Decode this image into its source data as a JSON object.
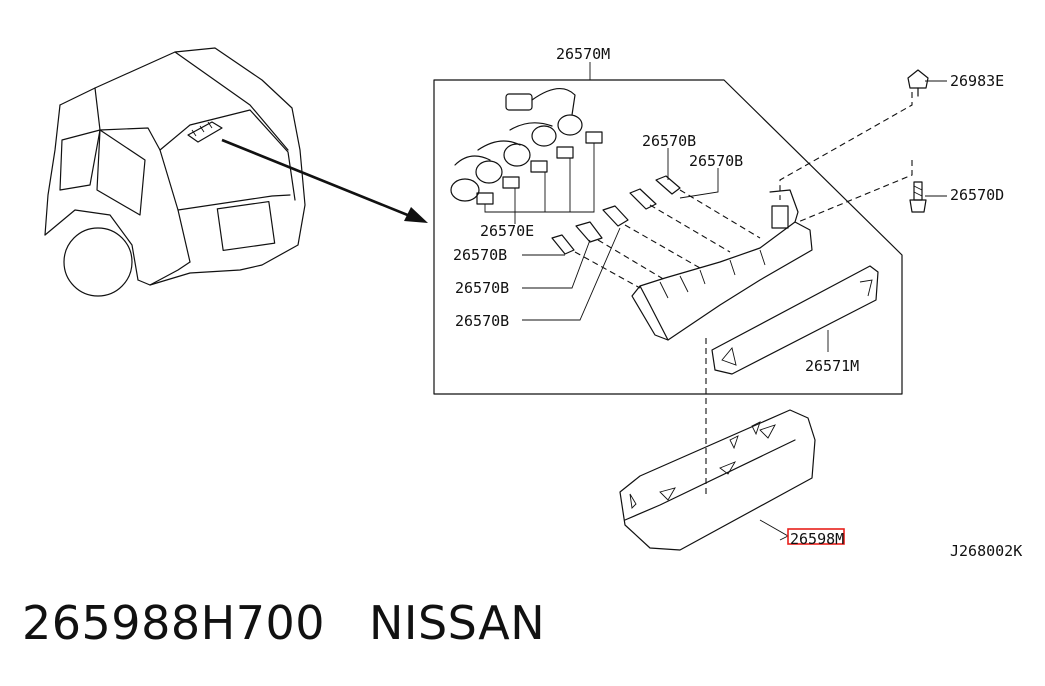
{
  "labels": {
    "assembly": "26570M",
    "clip": "26983E",
    "bulb_b1": "26570B",
    "bulb_b2": "26570B",
    "screw": "26570D",
    "socket_e": "26570E",
    "bulb_b3": "26570B",
    "bulb_b4": "26570B",
    "bulb_b5": "26570B",
    "lens": "26571M",
    "cover": "26598M",
    "figure_code": "J268002K"
  },
  "caption": {
    "part_number": "265988H700",
    "brand": "NISSAN"
  },
  "colors": {
    "line": "#111111",
    "highlight": "#e8201c",
    "background": "#ffffff"
  }
}
